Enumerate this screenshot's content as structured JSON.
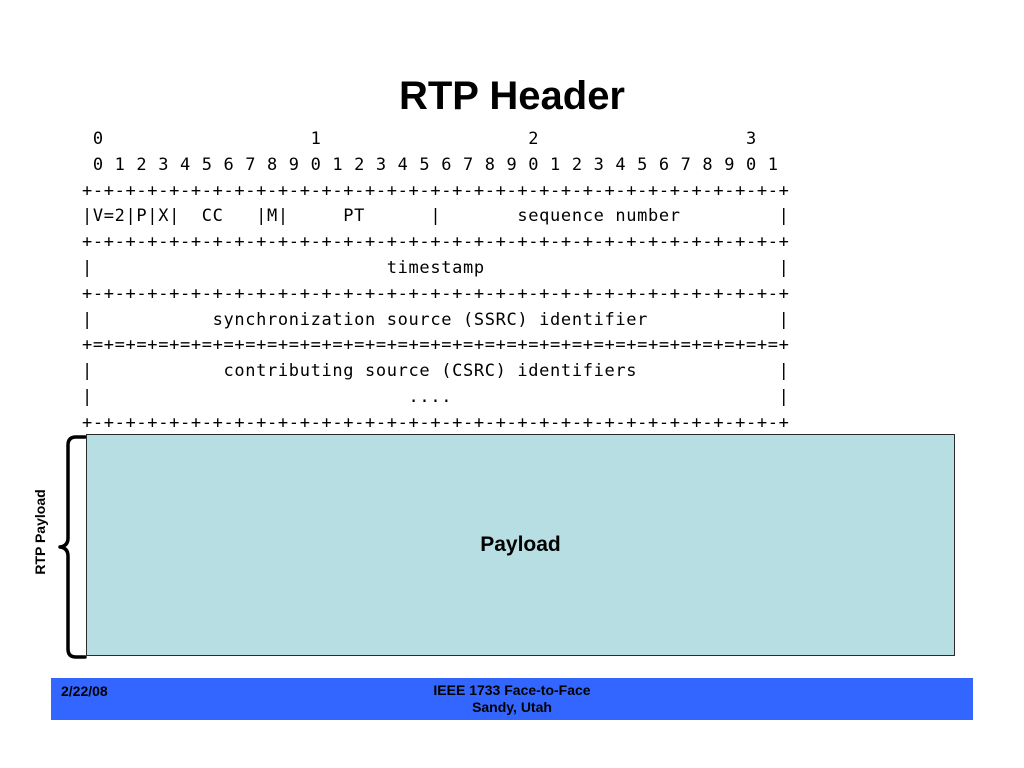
{
  "slide": {
    "title": "RTP Header"
  },
  "header_diagram": {
    "ascii": " 0                   1                   2                   3\n 0 1 2 3 4 5 6 7 8 9 0 1 2 3 4 5 6 7 8 9 0 1 2 3 4 5 6 7 8 9 0 1\n+-+-+-+-+-+-+-+-+-+-+-+-+-+-+-+-+-+-+-+-+-+-+-+-+-+-+-+-+-+-+-+-+\n|V=2|P|X|  CC   |M|     PT      |       sequence number         |\n+-+-+-+-+-+-+-+-+-+-+-+-+-+-+-+-+-+-+-+-+-+-+-+-+-+-+-+-+-+-+-+-+\n|                           timestamp                           |\n+-+-+-+-+-+-+-+-+-+-+-+-+-+-+-+-+-+-+-+-+-+-+-+-+-+-+-+-+-+-+-+-+\n|           synchronization source (SSRC) identifier            |\n+=+=+=+=+=+=+=+=+=+=+=+=+=+=+=+=+=+=+=+=+=+=+=+=+=+=+=+=+=+=+=+=+\n|            contributing source (CSRC) identifiers             |\n|                             ....                              |\n+-+-+-+-+-+-+-+-+-+-+-+-+-+-+-+-+-+-+-+-+-+-+-+-+-+-+-+-+-+-+-+-+"
  },
  "payload": {
    "label": "Payload",
    "side_label": "RTP Payload",
    "fill_color": "#b7dfe3"
  },
  "footer": {
    "date": "2/22/08",
    "line1": "IEEE 1733 Face-to-Face",
    "line2": "Sandy, Utah",
    "bar_color": "#3366ff"
  }
}
